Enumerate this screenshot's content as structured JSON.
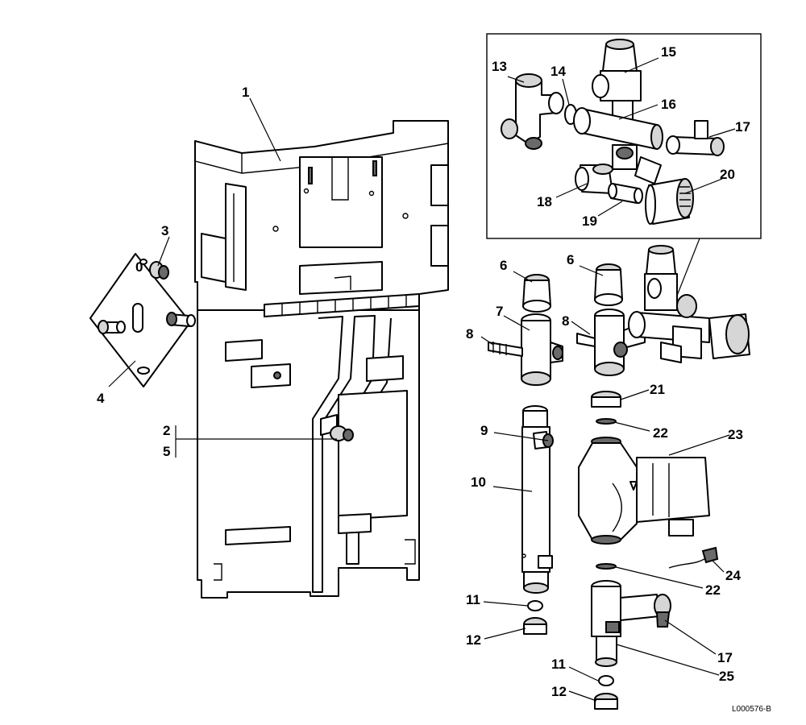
{
  "labels": {
    "l1": "1",
    "l2": "2",
    "l3": "3",
    "l4": "4",
    "l5": "5",
    "l6a": "6",
    "l6b": "6",
    "l7": "7",
    "l8a": "8",
    "l8b": "8",
    "l9": "9",
    "l10": "10",
    "l11a": "11",
    "l11b": "11",
    "l12a": "12",
    "l12b": "12",
    "l13": "13",
    "l14": "14",
    "l15": "15",
    "l16": "16",
    "l17a": "17",
    "l17b": "17",
    "l18": "18",
    "l19": "19",
    "l20": "20",
    "l21": "21",
    "l22a": "22",
    "l22b": "22",
    "l23": "23",
    "l24": "24",
    "l25": "25"
  },
  "plate_marking": "0",
  "reference_code": "L000576-B"
}
